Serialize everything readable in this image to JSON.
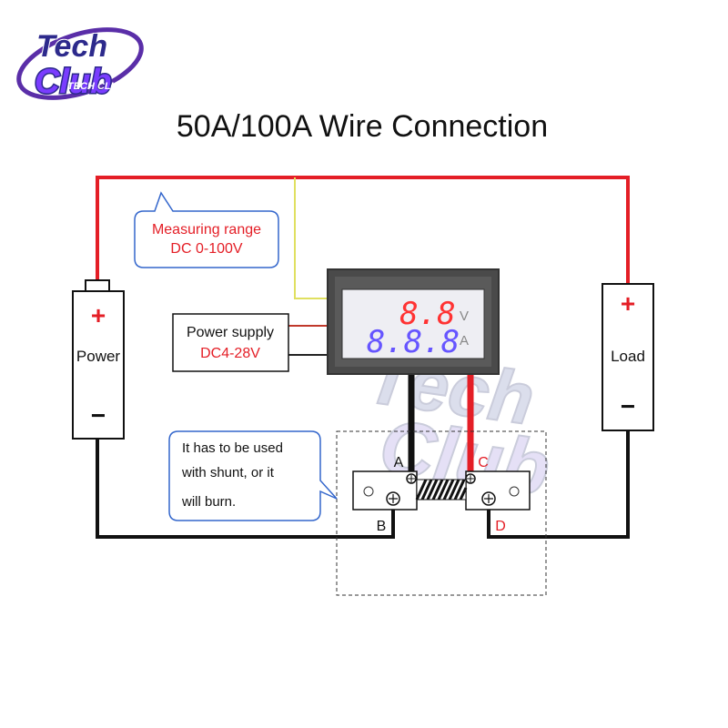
{
  "logo": {
    "line1": "Tech",
    "line2": "Club",
    "sub": "TECH CLUB"
  },
  "title": "50A/100A Wire Connection",
  "callout_range": {
    "line1": "Measuring range",
    "line2": "DC 0-100V"
  },
  "power_supply": {
    "line1": "Power supply",
    "line2": "DC4-28V"
  },
  "meter": {
    "volt_digits": "8.8",
    "volt_unit": "V",
    "amp_digits": "8.8.8",
    "amp_unit": "A"
  },
  "power_source": {
    "plus": "+",
    "label": "Power",
    "minus": "−"
  },
  "load": {
    "plus": "+",
    "label": "Load",
    "minus": "−"
  },
  "callout_shunt": {
    "line1": "It has to be used",
    "line2": "with shunt, or it",
    "line3": "will burn."
  },
  "terminals": {
    "a": "A",
    "b": "B",
    "c": "C",
    "d": "D"
  },
  "colors": {
    "red_wire": "#e41e26",
    "black_wire": "#111111",
    "callout_border": "#3366cc",
    "range_text": "#e41e26",
    "volt_display": "#ff3333",
    "amp_display": "#6655ff",
    "meter_frame": "#4a4a4a",
    "logo_fill": "#7a3cff"
  }
}
